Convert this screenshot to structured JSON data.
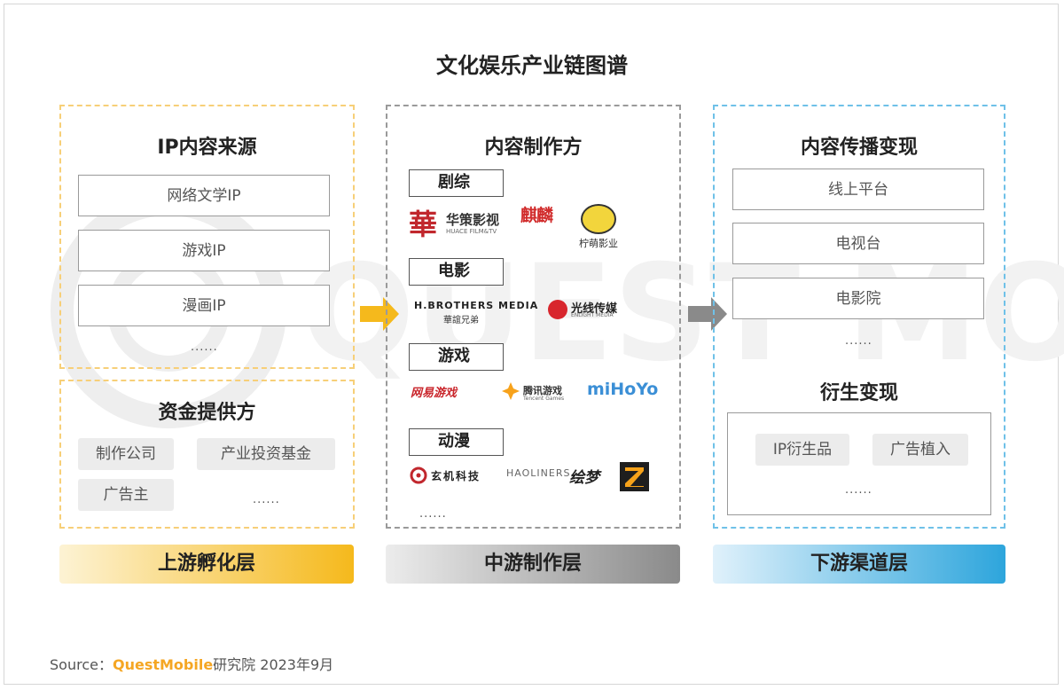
{
  "title": "文化娱乐产业链图谱",
  "watermark": "QUEST MOBILE",
  "upstream": {
    "heading": "IP内容来源",
    "sources": [
      "网络文学IP",
      "游戏IP",
      "漫画IP"
    ],
    "ellipsis": "......",
    "fund_heading": "资金提供方",
    "funders": [
      "制作公司",
      "产业投资基金",
      "广告主"
    ],
    "fund_ellipsis": "......",
    "layer": "上游孵化层"
  },
  "midstream": {
    "heading": "内容制作方",
    "categories": {
      "drama": "剧综",
      "film": "电影",
      "game": "游戏",
      "anime": "动漫"
    },
    "logos": {
      "huace_mark": "華",
      "huace_cn": "华策影视",
      "huace_en": "HUACE FILM&TV",
      "seal": "麒麟",
      "lemon_cn": "柠萌影业",
      "hbrothers_en": "H.BROTHERS MEDIA",
      "hbrothers_cn": "華誼兄弟",
      "enlight_cn": "光线传媒",
      "enlight_en": "ENLIGHT MEDIA",
      "netease": "网易游戏",
      "tencent_cn": "腾讯游戏",
      "tencent_en": "Tencent Games",
      "mihoyo": "miHoYo",
      "xuanji": "玄机科技",
      "haoliners": "HAOLINERS",
      "huimeng": "绘梦"
    },
    "ellipsis": "......",
    "layer": "中游制作层"
  },
  "downstream": {
    "heading": "内容传播变现",
    "channels": [
      "线上平台",
      "电视台",
      "电影院"
    ],
    "ellipsis": "......",
    "derive_heading": "衍生变现",
    "derivatives": [
      "IP衍生品",
      "广告植入"
    ],
    "derive_ellipsis": "......",
    "layer": "下游渠道层"
  },
  "source": {
    "prefix": "Source：",
    "brand": "QuestMobile",
    "suffix": "研究院 2023年9月"
  },
  "colors": {
    "upstream": "#f5b91c",
    "midstream": "#8a8a8a",
    "downstream": "#2da5dc",
    "brand": "#f5a623"
  }
}
